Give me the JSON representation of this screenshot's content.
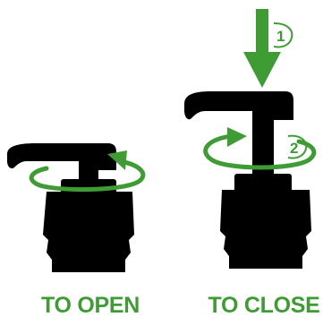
{
  "open": {
    "caption": "TO OPEN"
  },
  "close": {
    "caption": "TO CLOSE",
    "step_1": "1",
    "step_2": "2"
  },
  "colors": {
    "accent_green": "#3f9c35",
    "silhouette": "#000000",
    "background": "#ffffff"
  },
  "icons": {
    "push_down": "arrow-down-icon",
    "rotate": "rotate-arrow-icon"
  }
}
